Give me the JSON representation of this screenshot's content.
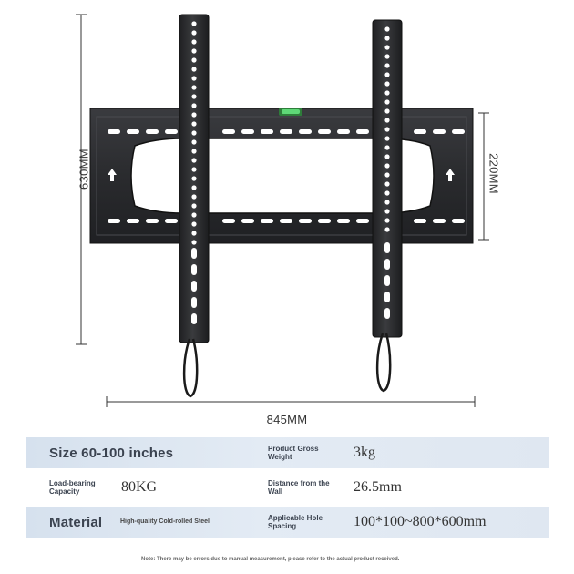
{
  "dimensions": {
    "height": "630MM",
    "bracket_height": "220MM",
    "width": "845MM"
  },
  "icons": {
    "product": "tv-wall-mount-bracket-image",
    "level": "bubble-level-icon",
    "arrows": "arrow-up-icon"
  },
  "colors": {
    "metal": "#2b2c2f",
    "row_shade": "#dbe4ef",
    "level_green": "#3fbf5a"
  },
  "specs": {
    "size": "Size 60-100 inches",
    "gross_weight_label": "Product Gross Weight",
    "gross_weight_value": "3kg",
    "load_label": "Load-bearing Capacity",
    "load_value": "80KG",
    "distance_label": "Distance from the Wall",
    "distance_value": "26.5mm",
    "material_label": "Material",
    "material_value": "High-quality Cold-rolled Steel",
    "hole_label": "Applicable Hole Spacing",
    "hole_value": "100*100~800*600mm"
  },
  "note": "Note: There may be errors due to manual measurement, please refer to the actual product received."
}
